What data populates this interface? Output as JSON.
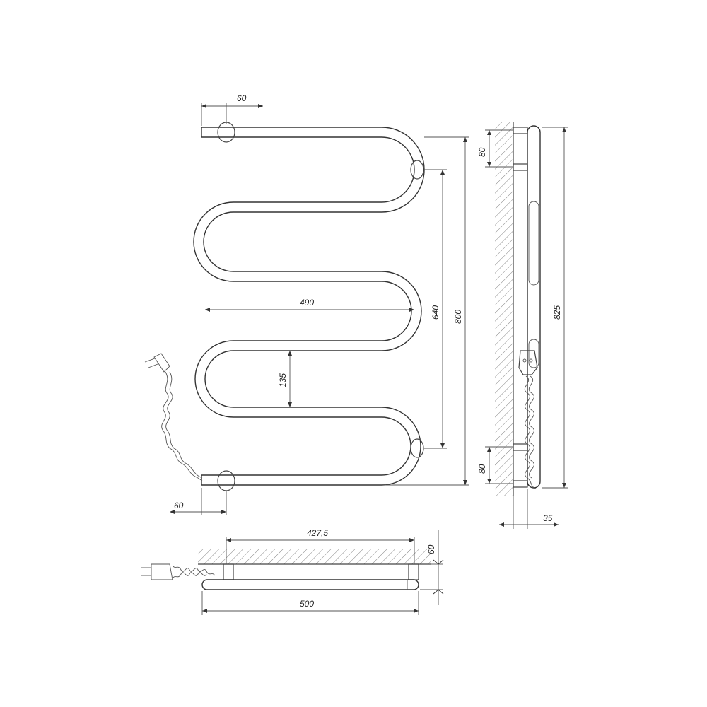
{
  "dimensions": {
    "top_offset": "60",
    "bottom_offset": "60",
    "width_490": "490",
    "pitch_135": "135",
    "height_640": "640",
    "height_800": "800",
    "side_top_80": "80",
    "side_bottom_80": "80",
    "height_825": "825",
    "depth_35": "35",
    "plan_427": "427,5",
    "plan_60": "60",
    "plan_500": "500"
  }
}
